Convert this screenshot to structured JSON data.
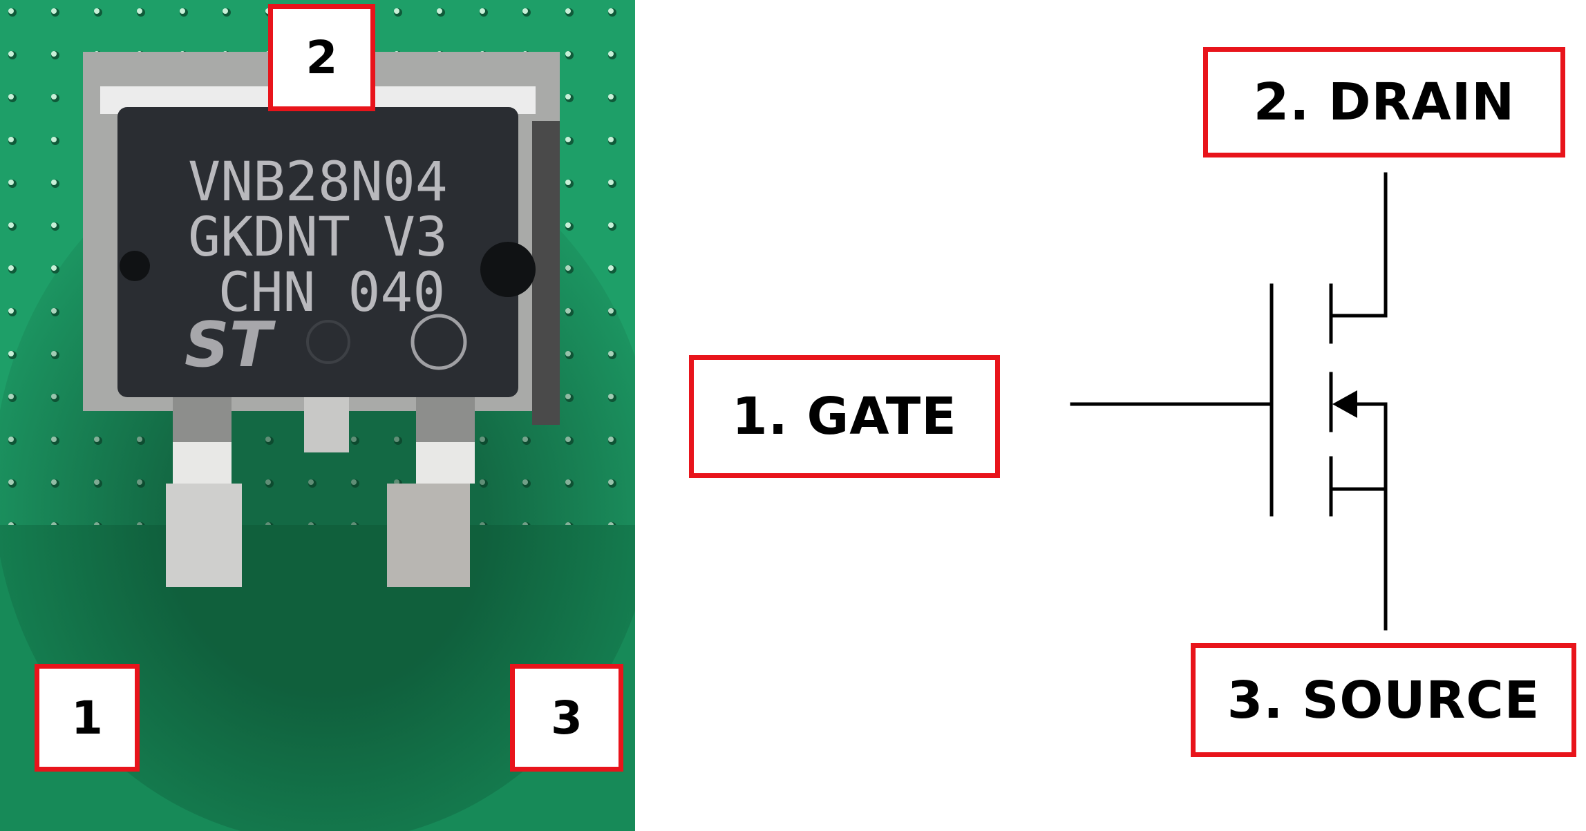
{
  "photo": {
    "chip_marking": [
      "VNB28N04",
      "GKDNT V3",
      "CHN 040"
    ],
    "logo_text": "ST",
    "pin_labels": [
      "1",
      "2",
      "3"
    ]
  },
  "schematic": {
    "gate_label": "1. GATE",
    "drain_label": "2. DRAIN",
    "source_label": "3. SOURCE"
  },
  "colors": {
    "label_border": "#e8141b",
    "pcb": "#1fa36a",
    "chip": "#2a2d32"
  }
}
